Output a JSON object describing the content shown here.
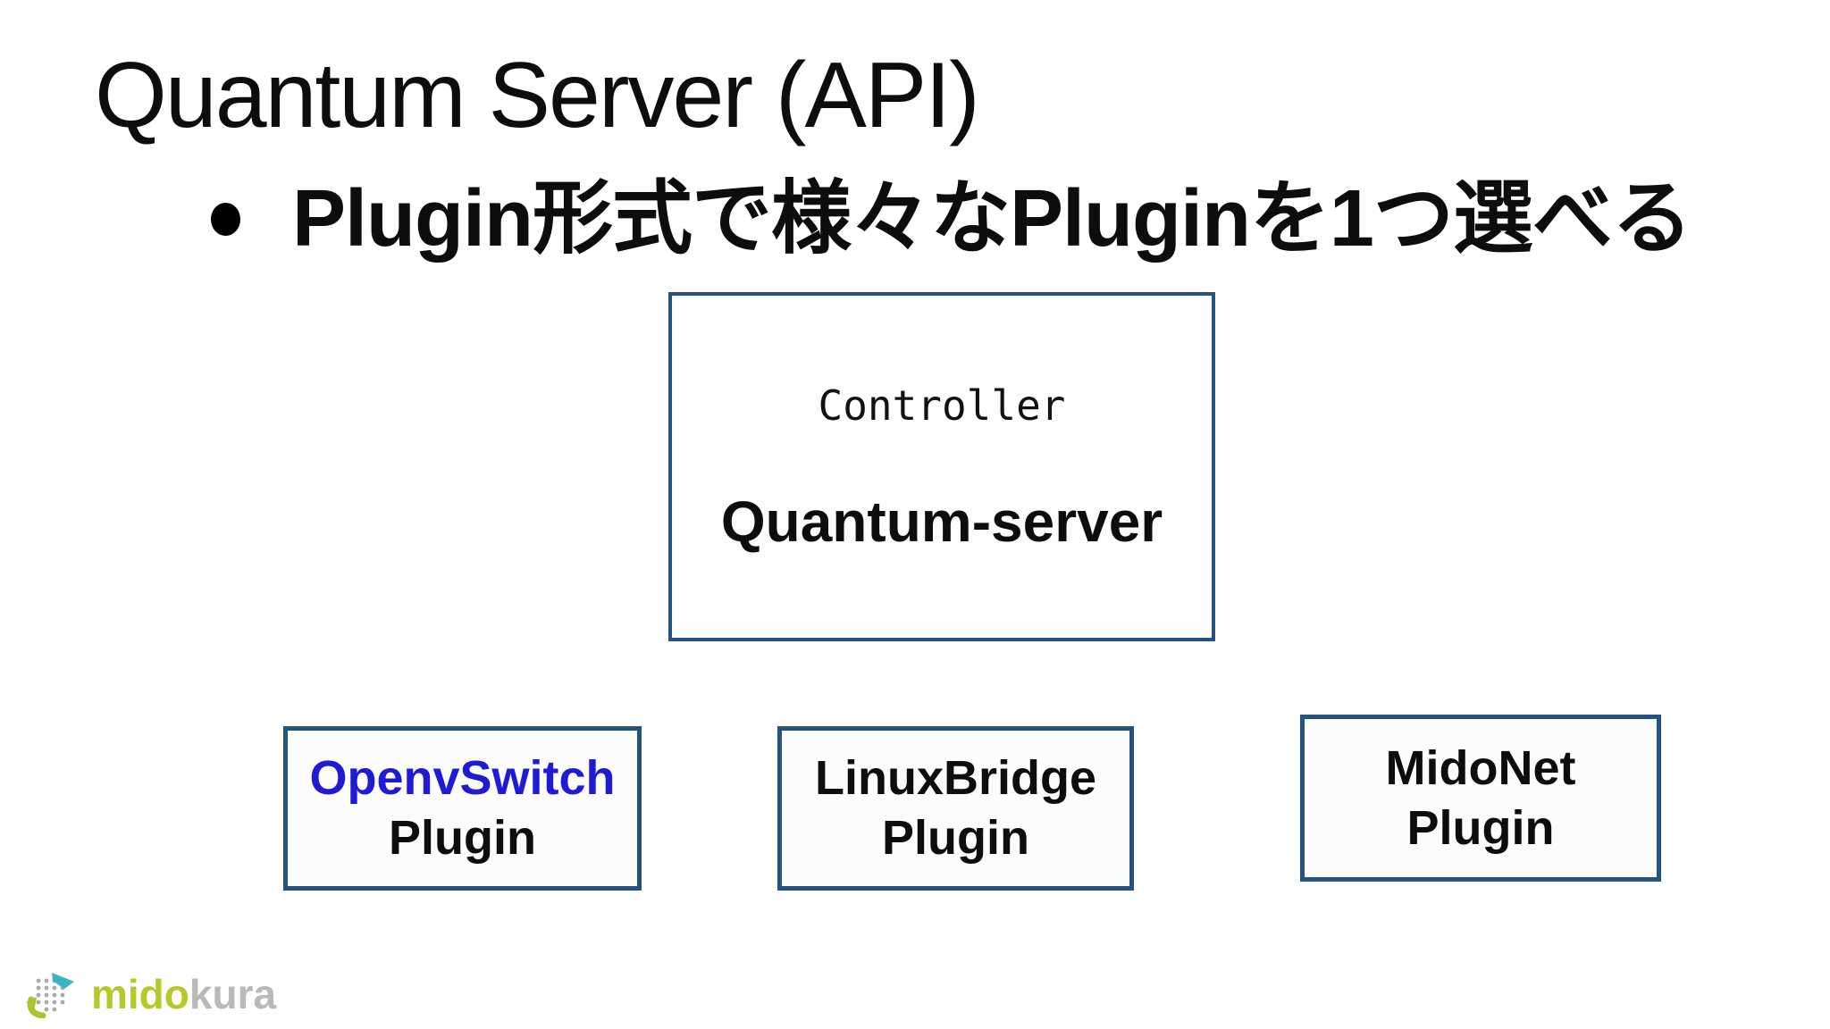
{
  "slide": {
    "title": "Quantum Server (API)",
    "bullet_text": "Plugin形式で様々なPluginを1つ選べる"
  },
  "controller_box": {
    "label": "Controller",
    "name": "Quantum-server"
  },
  "plugin_boxes": [
    {
      "line1": "OpenvSwitch",
      "line2": "Plugin",
      "line1_color": "#1f1ad6"
    },
    {
      "line1": "LinuxBridge",
      "line2": "Plugin",
      "line1_color": "#0d0d0d"
    },
    {
      "line1": "MidoNet",
      "line2": "Plugin",
      "line1_color": "#0d0d0d"
    }
  ],
  "logo": {
    "word_primary": "mido",
    "word_secondary": "kura"
  },
  "colors": {
    "background": "#ffffff",
    "box_border": "#26527f",
    "text": "#0d0d0d",
    "openvswitch_blue": "#1f1ad6",
    "logo_green": "#b5c92b",
    "logo_gray": "#b9b9b9",
    "logo_teal": "#38b4c4"
  }
}
